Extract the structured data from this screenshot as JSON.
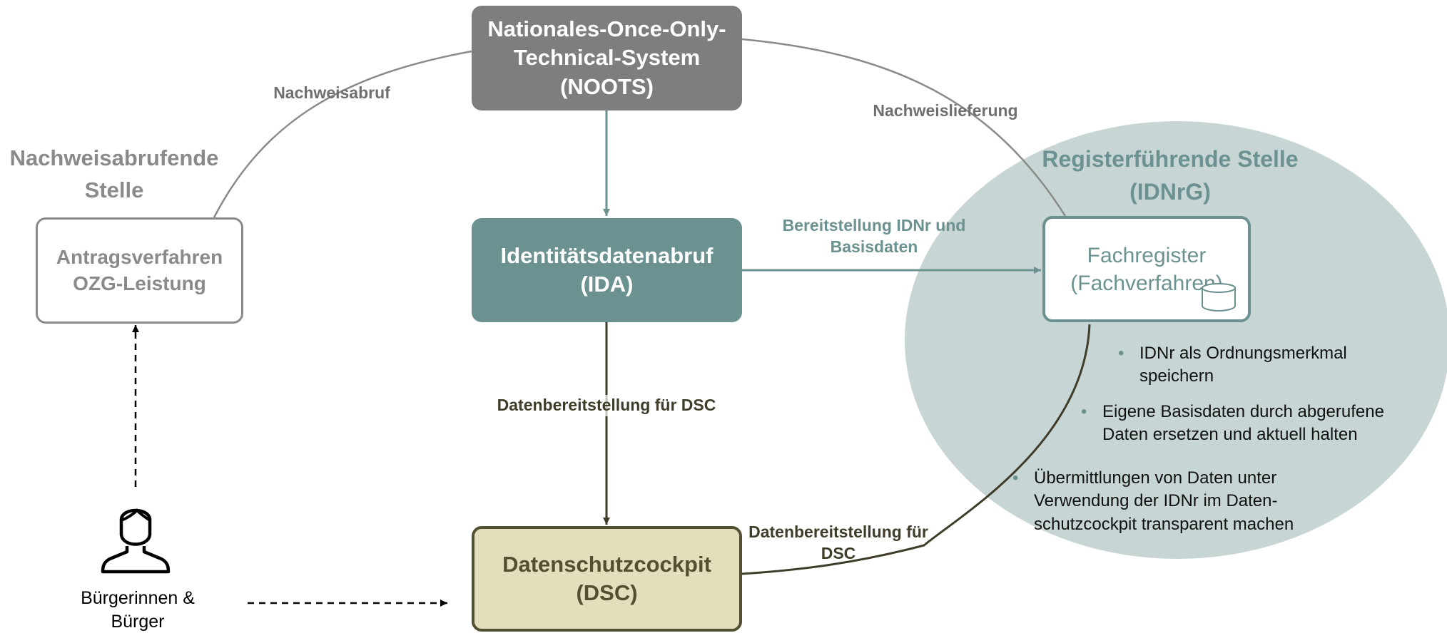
{
  "nodes": {
    "noots": "Nationales-Once-Only-Technical-System (NOOTS)",
    "ida": "Identitätsdatenabruf (IDA)",
    "dsc": "Datenschutzcockpit (DSC)",
    "antrag": "Antragsverfahren OZG-Leistung",
    "fachregister": "Fachregister (Fachverfahren)"
  },
  "headings": {
    "nachweisabrufende_stelle": "Nachweisabrufende Stelle",
    "registerfuehrende_stelle": "Registerführende Stelle (IDNrG)"
  },
  "edges": {
    "nachweisabruf": "Nachweisabruf",
    "nachweislieferung": "Nachweislieferung",
    "bereitstellung": "Bereitstellung IDNr und Basisdaten",
    "datenbereitstellung_center": "Datenbereitstellung für DSC",
    "datenbereitstellung_right": "Datenbereitstellung für DSC"
  },
  "actor": {
    "label": "Bürgerinnen & Bürger"
  },
  "bullets": [
    "IDNr als Ordnungsmerkmal speichern",
    "Eigene Basisdaten durch abgerufene Daten ersetzen und aktuell halten",
    "Übermittlungen von Daten unter Verwendung der IDNr im Daten-schutzcockpit transparent machen"
  ],
  "colors": {
    "noots": "#7e7e7e",
    "ida": "#6b9290",
    "dsc_fill": "#e2dfbd",
    "dsc_border": "#525030",
    "register_area": "#c7d5d5",
    "grey_text": "#8a8a8a"
  },
  "icons": [
    "database-icon",
    "person-icon"
  ]
}
